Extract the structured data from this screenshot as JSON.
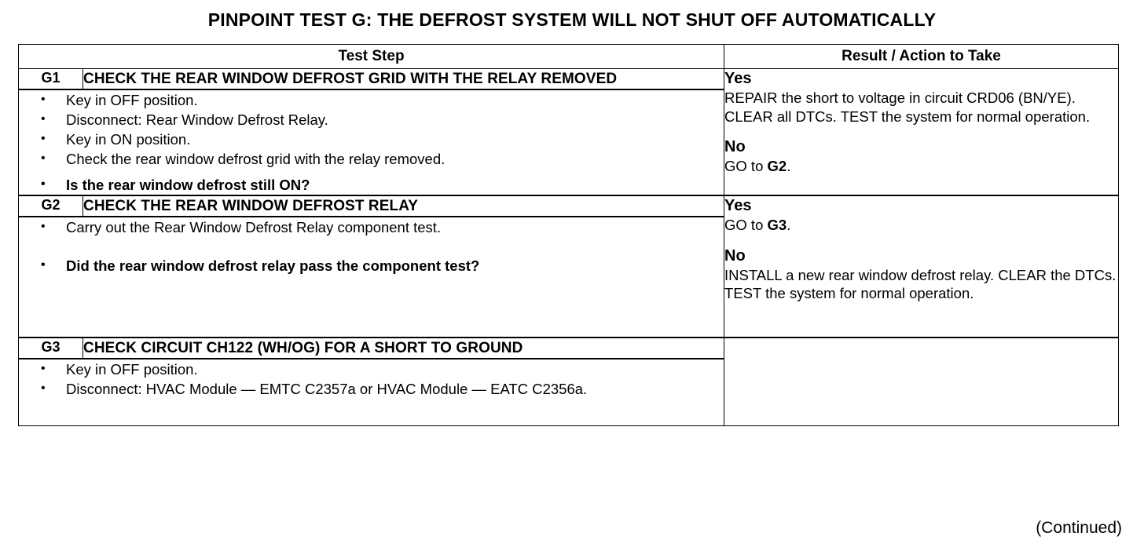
{
  "document": {
    "title": "PINPOINT TEST  G: THE DEFROST SYSTEM WILL NOT SHUT OFF AUTOMATICALLY",
    "footer": "(Continued)"
  },
  "table": {
    "headers": {
      "test_step": "Test Step",
      "result_action": "Result / Action to Take"
    },
    "steps": [
      {
        "id": "G1",
        "title": "CHECK THE REAR WINDOW DEFROST GRID WITH THE RELAY REMOVED",
        "bullets": [
          {
            "text": "Key in OFF position.",
            "bold": false
          },
          {
            "text": "Disconnect: Rear Window Defrost Relay.",
            "bold": false
          },
          {
            "text": "Key in ON position.",
            "bold": false
          },
          {
            "text": "Check the rear window defrost grid with the relay removed.",
            "bold": false
          },
          {
            "text": "Is the rear window defrost still ON?",
            "bold": true
          }
        ],
        "results": [
          {
            "label": "Yes",
            "text_pre": "REPAIR the short to voltage in circuit CRD06 (BN/YE). CLEAR all DTCs. TEST the system for normal operation.",
            "ref": "",
            "text_post": ""
          },
          {
            "label": "No",
            "text_pre": "GO to ",
            "ref": "G2",
            "text_post": "."
          }
        ]
      },
      {
        "id": "G2",
        "title": "CHECK THE REAR WINDOW DEFROST RELAY",
        "bullets": [
          {
            "text": "Carry out the Rear Window Defrost Relay component test.",
            "bold": false
          },
          {
            "text": "Did the rear window defrost relay pass the component test?",
            "bold": true
          }
        ],
        "results": [
          {
            "label": "Yes",
            "text_pre": "GO to ",
            "ref": "G3",
            "text_post": "."
          },
          {
            "label": "No",
            "text_pre": "INSTALL a new rear window defrost relay. CLEAR the DTCs. TEST the system for normal operation.",
            "ref": "",
            "text_post": ""
          }
        ]
      },
      {
        "id": "G3",
        "title": "CHECK CIRCUIT CH122 (WH/OG) FOR A SHORT TO GROUND",
        "bullets": [
          {
            "text": "Key in OFF position.",
            "bold": false
          },
          {
            "text": "Disconnect: HVAC Module — EMTC C2357a or HVAC Module — EATC C2356a.",
            "bold": false
          }
        ],
        "results": []
      }
    ]
  }
}
